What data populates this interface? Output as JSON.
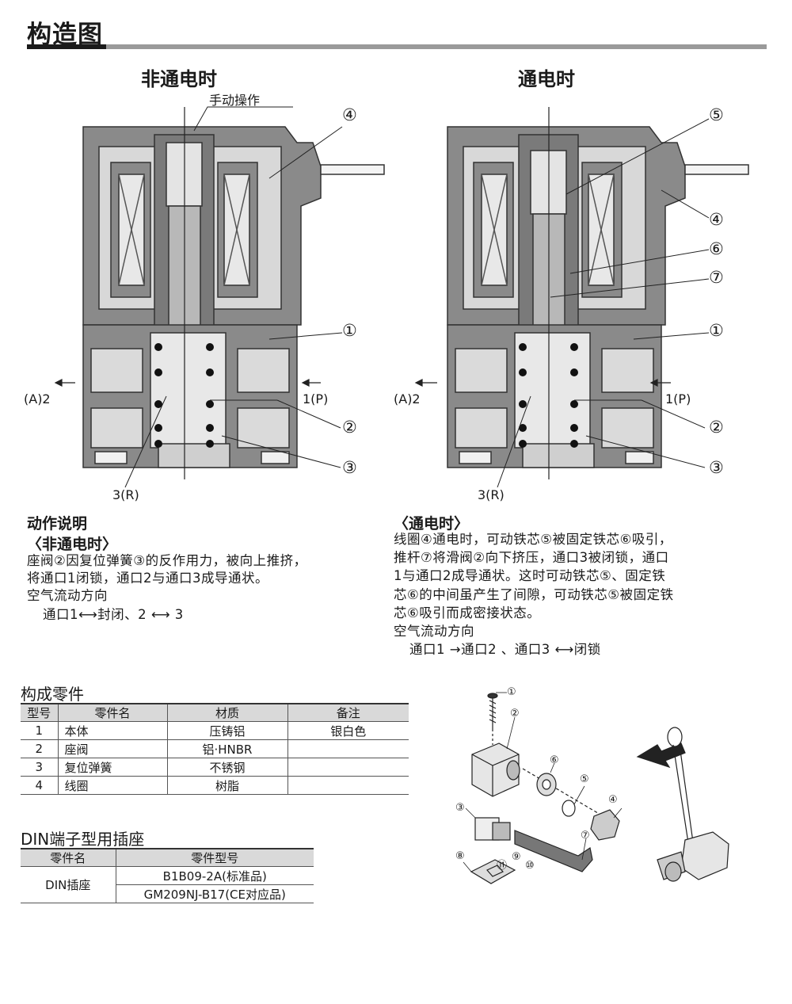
{
  "header": {
    "title": "构造图"
  },
  "diagram_left": {
    "title": "非通电时",
    "manual_op": "手动操作",
    "callouts": [
      "④",
      "①",
      "②",
      "③"
    ],
    "port_a": "(A)2",
    "port_p": "1(P)",
    "port_r": "3(R)"
  },
  "diagram_right": {
    "title": "通电时",
    "callouts": [
      "⑤",
      "④",
      "⑥",
      "⑦",
      "①",
      "②",
      "③"
    ],
    "port_a": "(A)2",
    "port_p": "1(P)",
    "port_r": "3(R)"
  },
  "operation": {
    "heading": "动作说明",
    "left": {
      "subheading": "〈非通电时〉",
      "lines": [
        "座阀②因复位弹簧③的反作用力，被向上推挤，",
        "将通口1闭锁，通口2与通口3成导通状。",
        "空气流动方向",
        "通口1⟷封闭、2 ⟷ 3"
      ]
    },
    "right": {
      "subheading": "〈通电时〉",
      "lines": [
        "线圈④通电时，可动铁芯⑤被固定铁芯⑥吸引，",
        "推杆⑦将滑阀②向下挤压，通口3被闭锁，通口",
        "1与通口2成导通状。这时可动铁芯⑤、固定铁",
        "芯⑥的中间虽产生了间隙，可动铁芯⑤被固定铁",
        "芯⑥吸引而成密接状态。",
        "空气流动方向",
        "通口1 →通口2 、通口3 ⟷闭锁"
      ]
    }
  },
  "parts_table": {
    "title": "构成零件",
    "headers": [
      "型号",
      "零件名",
      "材质",
      "备注"
    ],
    "rows": [
      [
        "1",
        "本体",
        "压铸铝",
        "银白色"
      ],
      [
        "2",
        "座阀",
        "铝·HNBR",
        ""
      ],
      [
        "3",
        "复位弹簧",
        "不锈钢",
        ""
      ],
      [
        "4",
        "线圈",
        "树脂",
        ""
      ]
    ]
  },
  "din_table": {
    "title": "DIN端子型用插座",
    "headers": [
      "零件名",
      "零件型号"
    ],
    "part_name": "DIN插座",
    "models": [
      "B1B09-2A(标准品)",
      "GM209NJ-B17(CE对应品)"
    ]
  },
  "exploded_view": {
    "callouts": [
      "①",
      "②",
      "③",
      "④",
      "⑤",
      "⑥",
      "⑦",
      "⑧",
      "⑨",
      "⑩",
      "⑪"
    ]
  }
}
